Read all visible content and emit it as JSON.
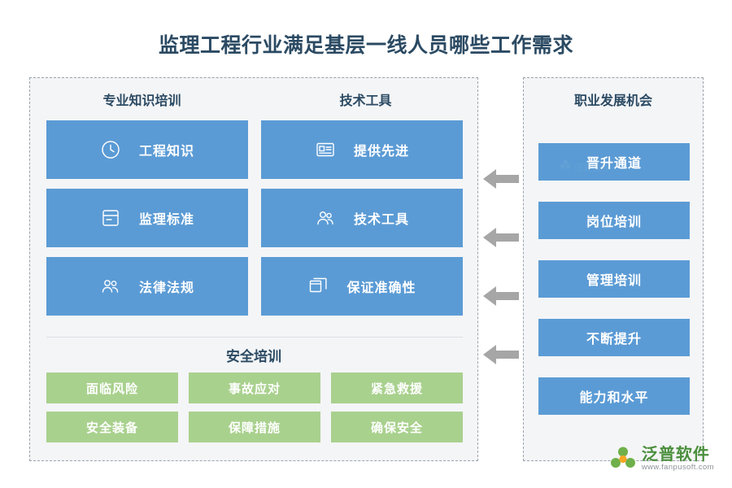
{
  "title": "监理工程行业满足基层一线人员哪些工作需求",
  "left_panel": {
    "column_headers": [
      "专业知识培训",
      "技术工具"
    ],
    "columns": [
      {
        "cells": [
          {
            "label": "工程知识",
            "icon": "clock-icon"
          },
          {
            "label": "监理标准",
            "icon": "document-icon"
          },
          {
            "label": "法律法规",
            "icon": "people-icon"
          }
        ]
      },
      {
        "cells": [
          {
            "label": "提供先进",
            "icon": "id-card-icon"
          },
          {
            "label": "技术工具",
            "icon": "users-icon"
          },
          {
            "label": "保证准确性",
            "icon": "windows-icon"
          }
        ]
      }
    ],
    "safety_title": "安全培训",
    "safety_rows": [
      [
        "面临风险",
        "事故应对",
        "紧急救援"
      ],
      [
        "安全装备",
        "保障措施",
        "确保安全"
      ]
    ]
  },
  "arrows": {
    "count": 4,
    "direction": "left",
    "icon": "arrow-left-icon"
  },
  "right_panel": {
    "title": "职业发展机会",
    "items": [
      "晋升通道",
      "岗位培训",
      "管理培训",
      "不断提升",
      "能力和水平"
    ]
  },
  "watermark": {
    "text": "泛普软件"
  },
  "logo": {
    "name": "泛普软件",
    "sub": "www.fanpusoft.com"
  },
  "colors": {
    "title": "#2b4a63",
    "blue_cell": "#5b9bd5",
    "green_cell": "#a9d18e",
    "panel_bg": "#f4f5f7",
    "arrow": "#a6a6a6",
    "logo_green": "#4a8f3c"
  }
}
